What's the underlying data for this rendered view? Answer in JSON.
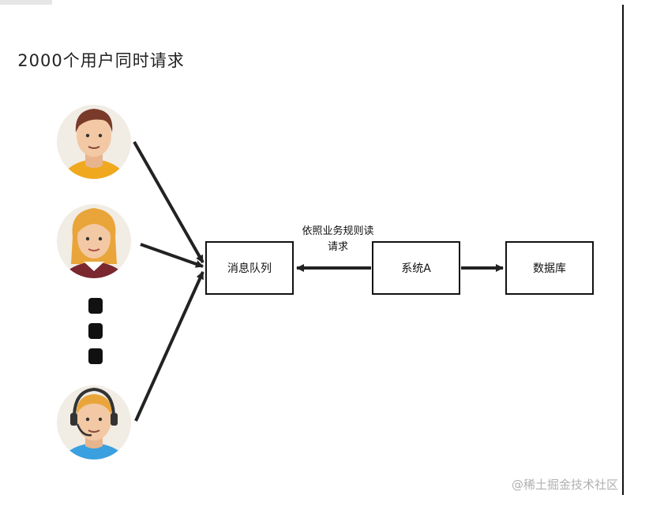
{
  "diagram": {
    "title": "2000个用户同时请求",
    "nodes": {
      "queue": "消息队列",
      "system": "系统A",
      "database": "数据库"
    },
    "edge_label": "依照业务规则读请求",
    "users": [
      {
        "icon": "male-user-avatar-icon"
      },
      {
        "icon": "female-user-avatar-icon"
      },
      {
        "icon": "headset-user-avatar-icon"
      }
    ],
    "colors": {
      "line": "#222222",
      "avatar_bg": "#f1ece4",
      "skin": "#f2c9a4",
      "shirt_yellow": "#f0a81e",
      "shirt_maroon": "#7a2730",
      "shirt_blue": "#3aa0e0"
    }
  },
  "watermark": "@稀土掘金技术社区"
}
